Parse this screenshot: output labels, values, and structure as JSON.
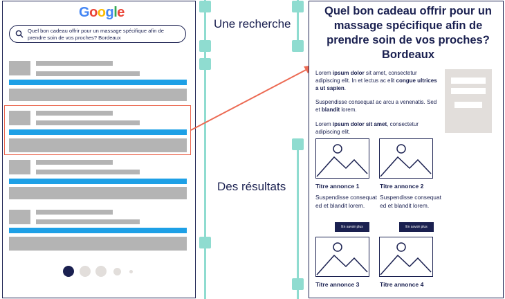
{
  "search": {
    "logo": "Google",
    "query_line1": "Quel bon cadeau offrir pour un massage spécifique afin de",
    "query_line2": "prendre soin de vos proches? Bordeaux"
  },
  "labels": {
    "search_step": "Une recherche",
    "results_step": "Des résultats"
  },
  "page": {
    "title_line1": "Quel bon cadeau offrir pour un",
    "title_line2": "massage spécifique afin de",
    "title_line3": "prendre soin de vos proches?",
    "title_line4": "Bordeaux",
    "p1": {
      "a": "Lorem ",
      "b": "ipsum dolor",
      "c": " sit amet, consectetur adipiscing elit. In et lectus ac elit ",
      "d": "congue ultrices a ut sapien",
      "e": "."
    },
    "p2": {
      "a": "Suspendisse consequat ac arcu a venenatis. Sed et ",
      "b": "blandit",
      "c": " lorem."
    },
    "p3": {
      "a": "Lorem ",
      "b": "ipsum dolor sit amet",
      "c": ", consectetur adipiscing elit."
    },
    "ads": [
      {
        "title": "Titre annonce 1",
        "text": "Suspendisse consequat ed et blandit lorem.",
        "button": "En savoir plus"
      },
      {
        "title": "Titre annonce 2",
        "text": "Suspendisse consequat ed et blandit lorem.",
        "button": "En savoir plus"
      },
      {
        "title": "Titre annonce 3"
      },
      {
        "title": "Titre annonce 4"
      }
    ]
  },
  "colors": {
    "navy": "#1a2050",
    "result_bar": "#1ea0e6",
    "placeholder_gray": "#b4b4b4",
    "highlight_arrow": "#ec6a53",
    "timeline": "#8fdcd0"
  },
  "pagination": {
    "active_page": 1,
    "total_dots": 5
  }
}
